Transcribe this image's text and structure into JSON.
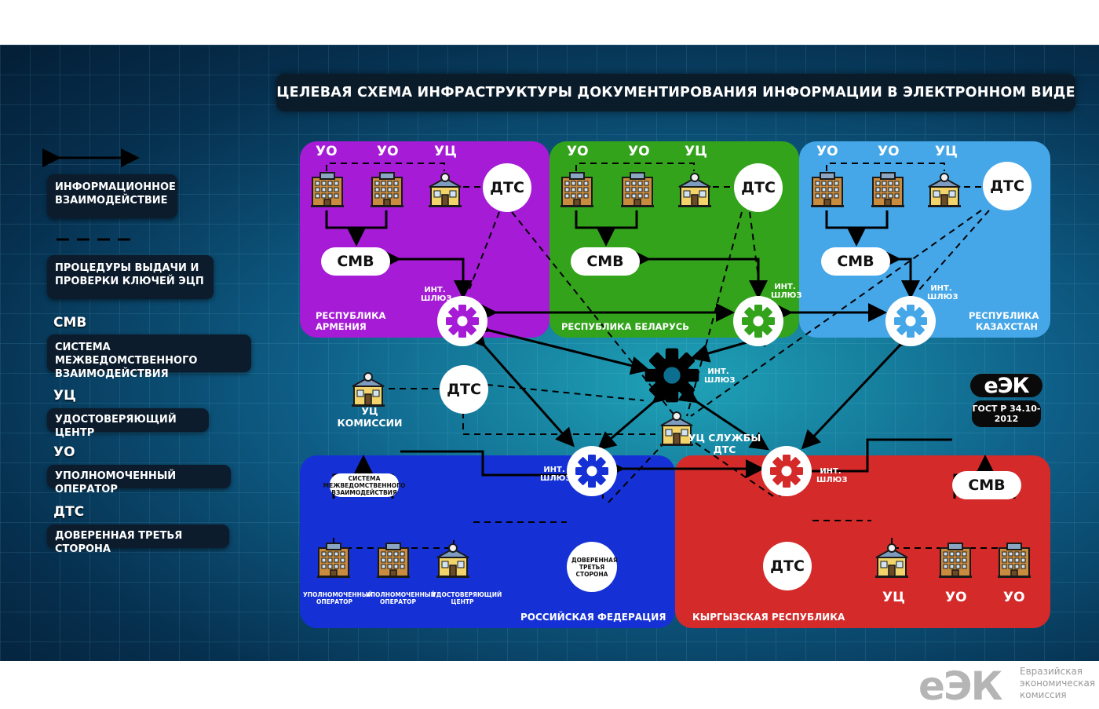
{
  "title": "ЦЕЛЕВАЯ СХЕМА ИНФРАСТРУКТУРЫ ДОКУМЕНТИРОВАНИЯ ИНФОРМАЦИИ В ЭЛЕКТРОННОМ ВИДЕ",
  "legend": {
    "info_exchange": "ИНФОРМАЦИОННОЕ ВЗАИМОДЕЙСТВИЕ",
    "key_procedures": "ПРОЦЕДУРЫ ВЫДАЧИ И ПРОВЕРКИ КЛЮЧЕЙ ЭЦП",
    "smv_key": "СМВ",
    "smv_text": "СИСТЕМА МЕЖВЕДОМСТВЕННОГО ВЗАИМОДЕЙСТВИЯ",
    "uc_key": "УЦ",
    "uc_text": "УДОСТОВЕРЯЮЩИЙ ЦЕНТР",
    "uo_key": "УО",
    "uo_text": "УПОЛНОМОЧЕННЫЙ ОПЕРАТОР",
    "dts_key": "ДТС",
    "dts_text": "ДОВЕРЕННАЯ ТРЕТЬЯ СТОРОНА"
  },
  "common": {
    "uo": "УО",
    "uc": "УЦ",
    "dts": "ДТС",
    "smv": "СМВ",
    "gateway": "ИНТ. ШЛЮЗ"
  },
  "countries": {
    "armenia": "РЕСПУБЛИКА АРМЕНИЯ",
    "belarus": "РЕСПУБЛИКА БЕЛАРУСЬ",
    "kazakhstan": "РЕСПУБЛИКА КАЗАХСТАН",
    "russia": "РОССИЙСКАЯ ФЕДЕРАЦИЯ",
    "kyrgyzstan": "КЫРГЫЗСКАЯ РЕСПУБЛИКА"
  },
  "center": {
    "uc_commission": "УЦ КОМИССИИ",
    "uc_dts_services": "УЦ СЛУЖБЫ ДТС"
  },
  "russia_block": {
    "smv_full": "СИСТЕМА МЕЖВЕДОМСТВЕННОГО ВЗАИМОДЕЙСТВИЯ",
    "dts_full": "ДОВЕРЕННАЯ ТРЕТЬЯ СТОРОНА",
    "uo_full": "УПОЛНОМОЧЕННЫЙ ОПЕРАТОР",
    "uc_full": "УДОСТОВЕРЯЮЩИЙ ЦЕНТР"
  },
  "badge": {
    "logo": "еЭК",
    "gost": "ГОСТ Р 34.10-2012"
  },
  "footer": {
    "logo": "еЭК",
    "line1": "Евразийская",
    "line2": "экономическая",
    "line3": "комиссия"
  },
  "colors": {
    "armenia": "#a51bd6",
    "belarus": "#33a31c",
    "kazakhstan": "#45a6e8",
    "russia": "#1531d6",
    "kyrgyzstan": "#d42a2a"
  }
}
